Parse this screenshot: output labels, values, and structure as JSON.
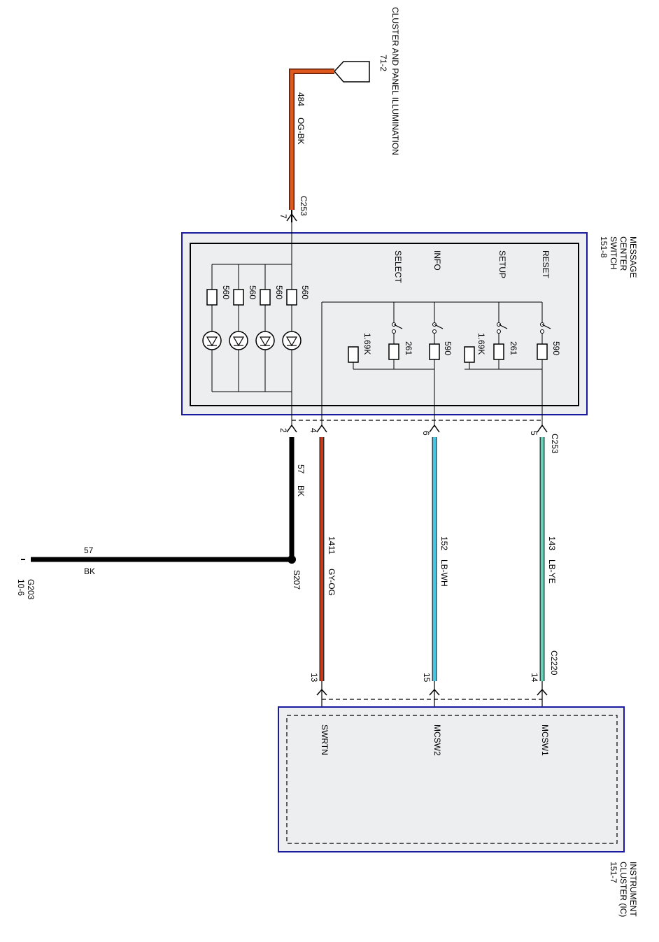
{
  "top_connector": {
    "title": "CLUSTER AND PANEL ILLUMINATION",
    "ref": "71-2"
  },
  "wire_484": {
    "number": "484",
    "color": "OG-BK"
  },
  "c253_top": {
    "name": "C253",
    "pin": "7"
  },
  "switch_module": {
    "title_line1": "MESSAGE",
    "title_line2": "CENTER",
    "title_line3": "SWITCH",
    "ref": "151-8",
    "buttons": [
      "RESET",
      "SETUP",
      "INFO",
      "SELECT"
    ],
    "led_resistors": [
      "560",
      "560",
      "560",
      "560"
    ],
    "switch_resistors": [
      "590",
      "261",
      "1.69K",
      "590",
      "261",
      "1.69K"
    ]
  },
  "c253_bottom": {
    "name": "C253",
    "pins": [
      "2",
      "4",
      "6",
      "5"
    ]
  },
  "wire_57_vertical": {
    "number": "57",
    "color": "BK"
  },
  "wire_57_horizontal": {
    "number": "57",
    "color": "BK"
  },
  "splice": {
    "name": "S207"
  },
  "ground": {
    "name": "G203",
    "ref": "10-6"
  },
  "wire_1411": {
    "number": "1411",
    "color": "GY-OG"
  },
  "wire_152": {
    "number": "152",
    "color": "LB-WH"
  },
  "wire_143": {
    "number": "143",
    "color": "LB-YE"
  },
  "c2220": {
    "name": "C2220",
    "pins": [
      "13",
      "15",
      "14"
    ]
  },
  "cluster_module": {
    "title_line1": "INSTRUMENT",
    "title_line2": "CLUSTER (IC)",
    "ref": "151-7",
    "pins": [
      "SWRTN",
      "MCSW2",
      "MCSW1"
    ]
  },
  "colors": {
    "module_border": "#1a1aa0",
    "module_fill": "#eceeef",
    "wire_og": "#e0591c",
    "wire_bk": "#000000",
    "wire_red": "#c83a1a",
    "wire_lb_wh": "#46c6e0",
    "wire_lb_ye": "#6cd0b8"
  }
}
